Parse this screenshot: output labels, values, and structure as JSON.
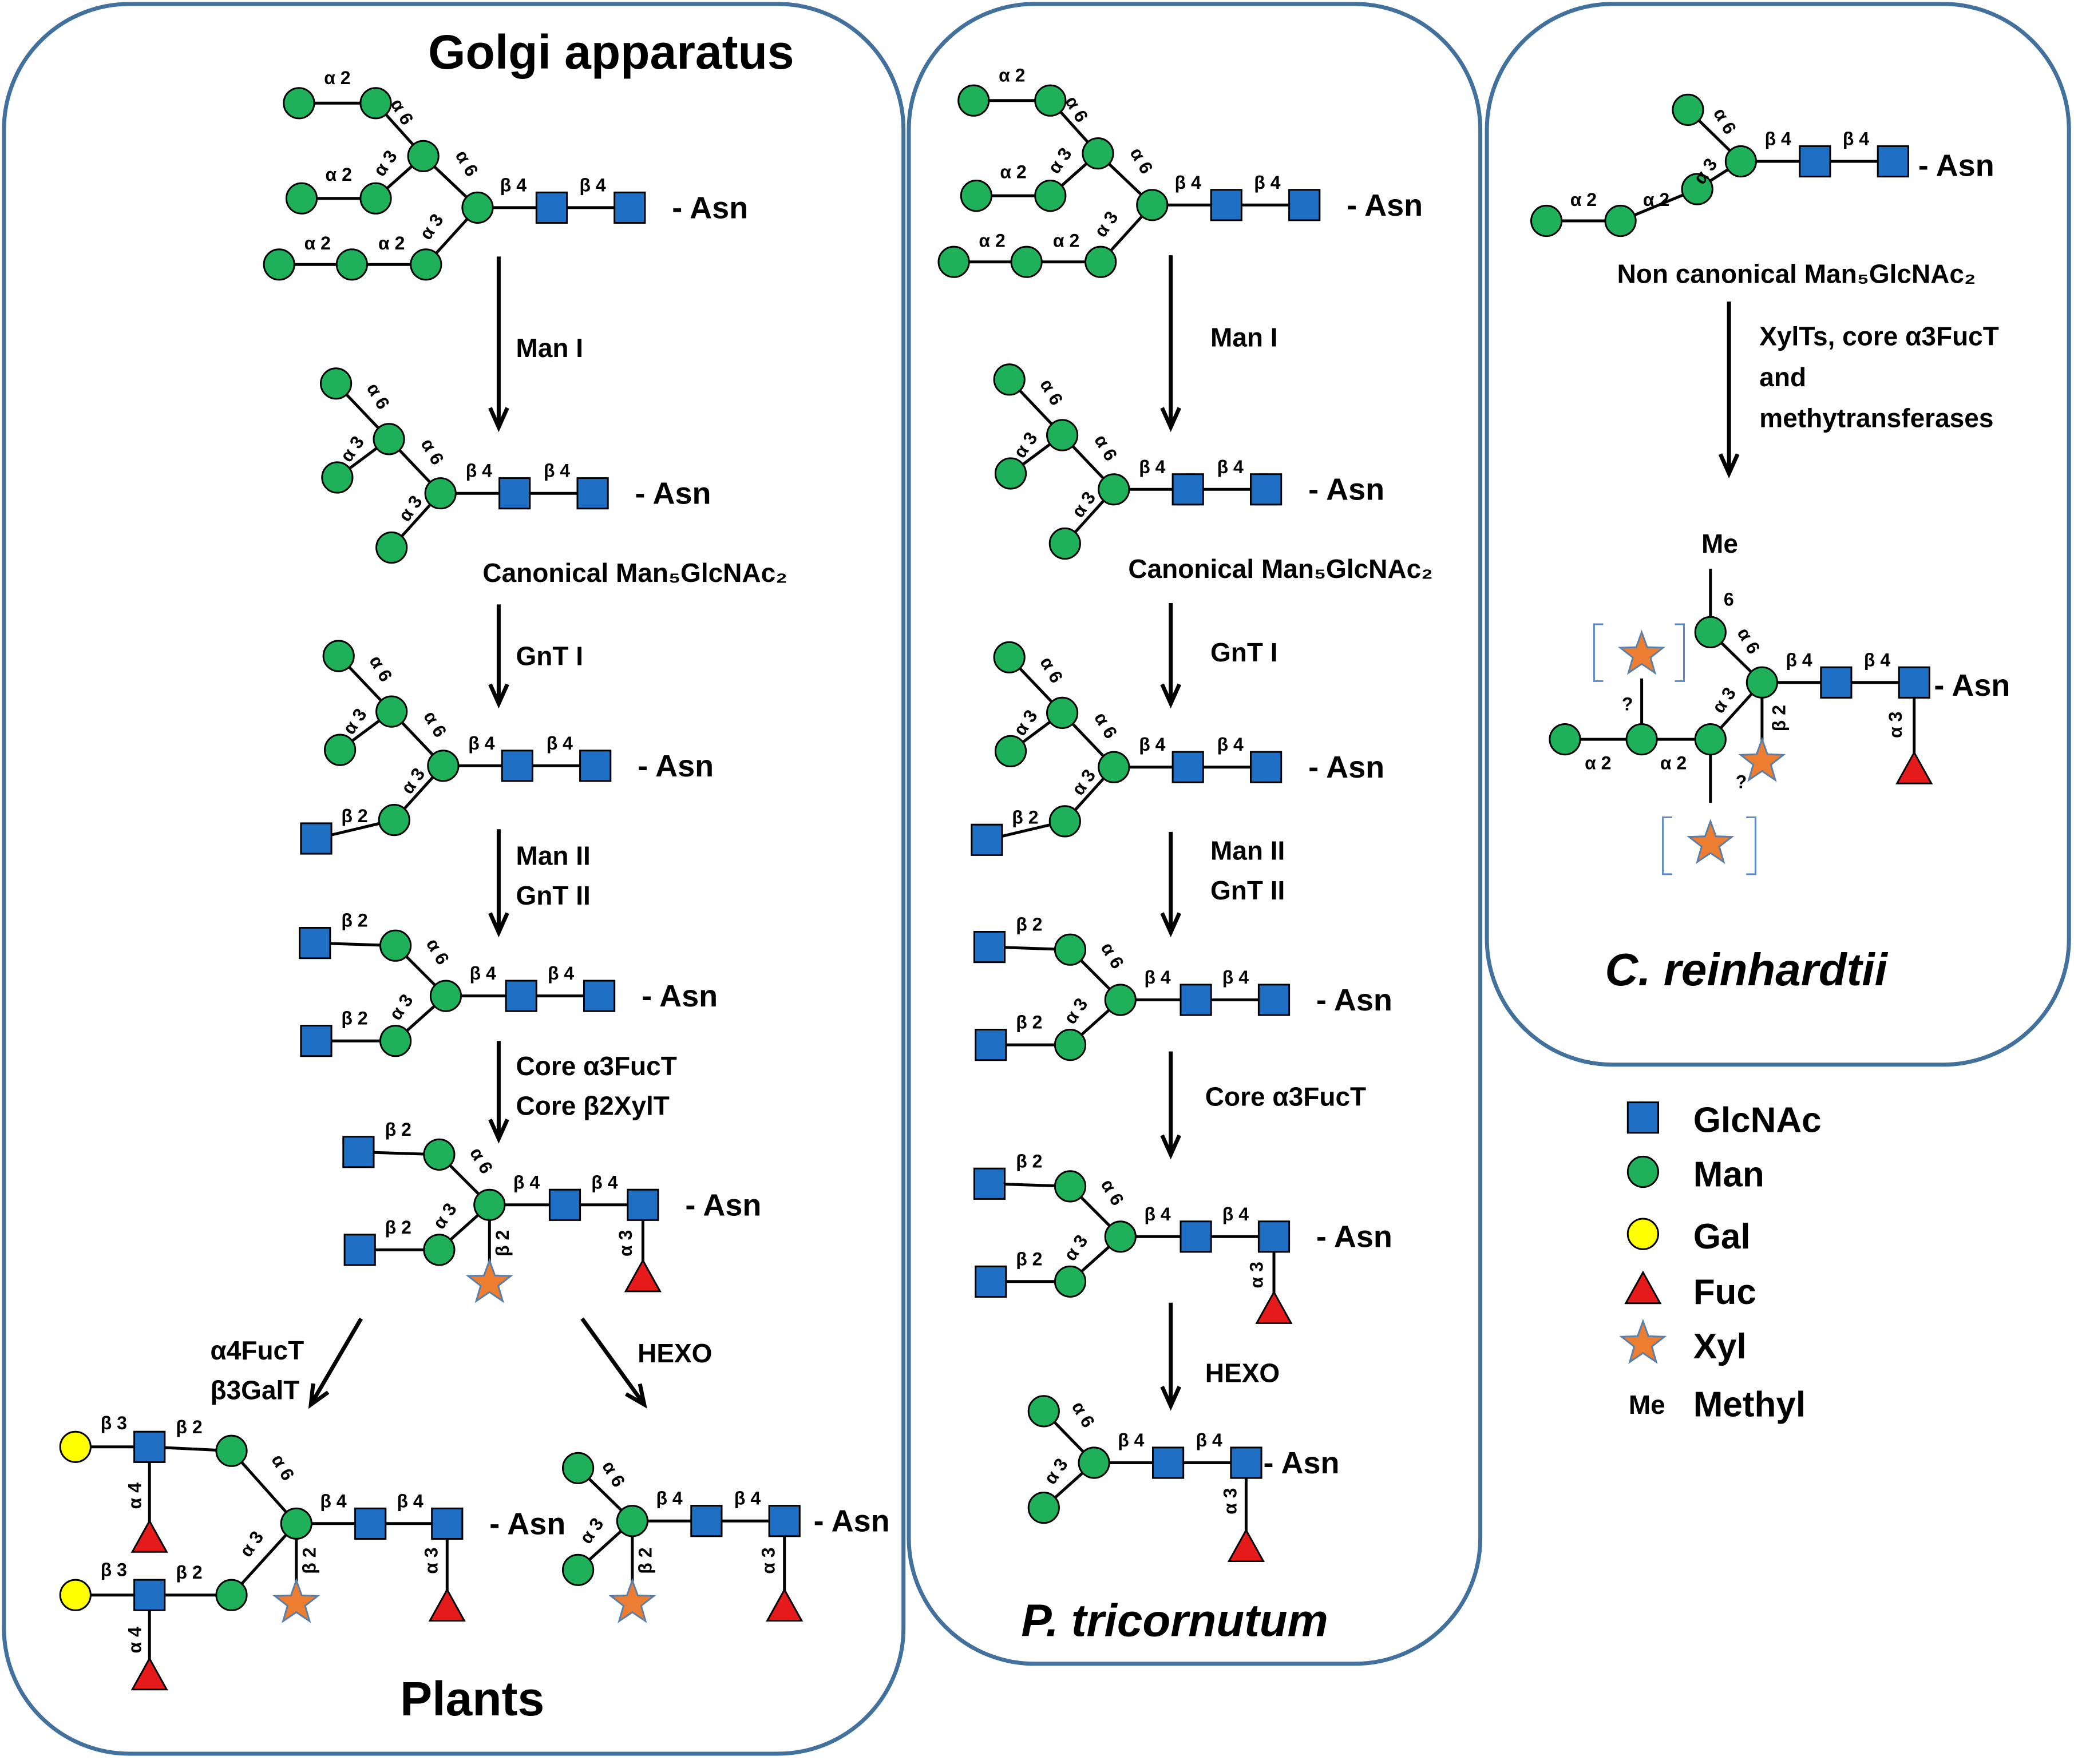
{
  "title": "Golgi apparatus",
  "asn": "- Asn",
  "panels": {
    "plants": "Plants",
    "diatom": "P. tricornutum",
    "alga": "C. reinhardtii"
  },
  "structures": {
    "canonical_man5": "Canonical Man₅GlcNAc₂",
    "noncanonical_man5": "Non canonical Man₅GlcNAc₂",
    "methyl_label": "Me",
    "methyl_position": "6",
    "unknown": "?"
  },
  "enzymes": {
    "man1": "Man I",
    "gnt1": "GnT I",
    "man2": "Man II",
    "gnt2": "GnT II",
    "core_fuct": "Core α3FucT",
    "core_xylt": "Core β2XylT",
    "a4fuct": "α4FucT",
    "b3galt": "β3GalT",
    "hexo": "HEXO",
    "cr_line1": "XylTs, core α3FucT",
    "cr_line2": "and",
    "cr_line3": "methytransferases"
  },
  "linkages": {
    "a2": "α 2",
    "a3": "α 3",
    "a4": "α 4",
    "a6": "α 6",
    "b2": "β 2",
    "b3": "β 3",
    "b4": "β 4"
  },
  "legend": [
    {
      "symbol": "square",
      "color": "#1f6fc5",
      "label": "GlcNAc"
    },
    {
      "symbol": "circle",
      "color": "#1eb15a",
      "label": "Man"
    },
    {
      "symbol": "circle",
      "color": "#ffff00",
      "label": "Gal"
    },
    {
      "symbol": "triangle",
      "color": "#e51b1b",
      "label": "Fuc"
    },
    {
      "symbol": "star",
      "color": "#ed7d31",
      "label": "Xyl"
    },
    {
      "symbol": "text",
      "color": "#000000",
      "label": "Methyl",
      "abbr": "Me"
    }
  ],
  "colors": {
    "panel_border": "#41719c",
    "glcnac": "#1f6fc5",
    "man": "#1eb15a",
    "gal": "#ffff00",
    "fuc": "#e51b1b",
    "xyl": "#ed7d31"
  }
}
